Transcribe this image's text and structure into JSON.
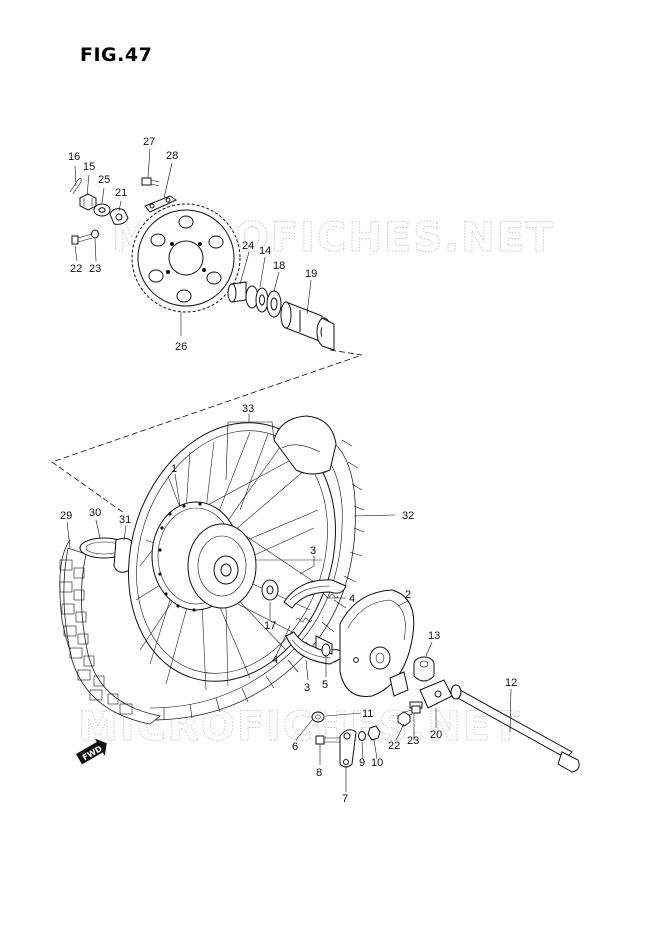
{
  "figure": {
    "title": "FIG.47",
    "watermark": "MICROFICHES.NET",
    "fwd_badge": "FWD"
  },
  "callouts": [
    {
      "id": "c16",
      "text": "16"
    },
    {
      "id": "c15",
      "text": "15"
    },
    {
      "id": "c25",
      "text": "25"
    },
    {
      "id": "c21",
      "text": "21"
    },
    {
      "id": "c27",
      "text": "27"
    },
    {
      "id": "c28",
      "text": "28"
    },
    {
      "id": "c22a",
      "text": "22"
    },
    {
      "id": "c23a",
      "text": "23"
    },
    {
      "id": "c24",
      "text": "24"
    },
    {
      "id": "c14",
      "text": "14"
    },
    {
      "id": "c18",
      "text": "18"
    },
    {
      "id": "c19",
      "text": "19"
    },
    {
      "id": "c26",
      "text": "26"
    },
    {
      "id": "c33",
      "text": "33"
    },
    {
      "id": "c1",
      "text": "1"
    },
    {
      "id": "c32",
      "text": "32"
    },
    {
      "id": "c29",
      "text": "29"
    },
    {
      "id": "c30",
      "text": "30"
    },
    {
      "id": "c31",
      "text": "31"
    },
    {
      "id": "c3a",
      "text": "3"
    },
    {
      "id": "c4a",
      "text": "4"
    },
    {
      "id": "c2",
      "text": "2"
    },
    {
      "id": "c17",
      "text": "17"
    },
    {
      "id": "c13",
      "text": "13"
    },
    {
      "id": "c4b",
      "text": "4"
    },
    {
      "id": "c3b",
      "text": "3"
    },
    {
      "id": "c5",
      "text": "5"
    },
    {
      "id": "c12",
      "text": "12"
    },
    {
      "id": "c11",
      "text": "11"
    },
    {
      "id": "c6",
      "text": "6"
    },
    {
      "id": "c8",
      "text": "8"
    },
    {
      "id": "c9",
      "text": "9"
    },
    {
      "id": "c10",
      "text": "10"
    },
    {
      "id": "c7",
      "text": "7"
    },
    {
      "id": "c22b",
      "text": "22"
    },
    {
      "id": "c23b",
      "text": "23"
    },
    {
      "id": "c20",
      "text": "20"
    }
  ]
}
